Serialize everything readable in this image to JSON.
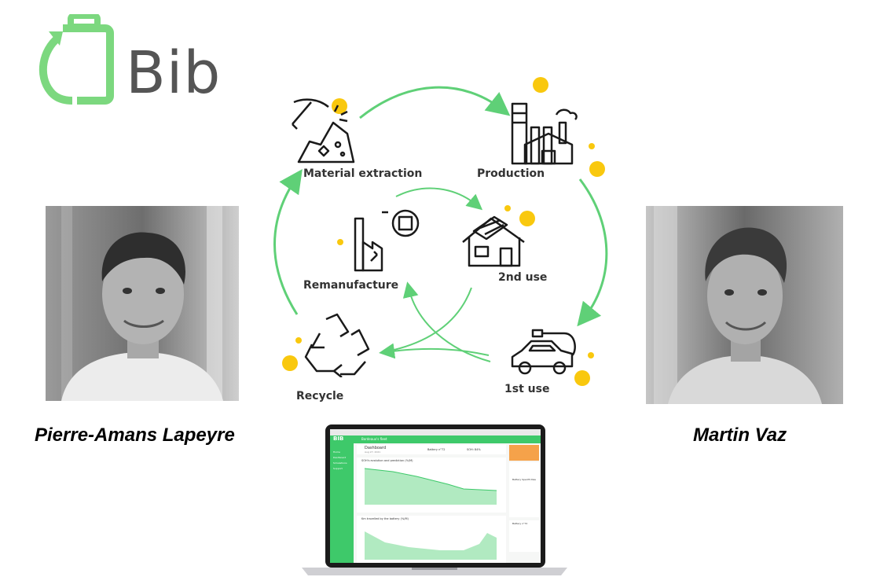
{
  "brand": {
    "name": "Bib",
    "logo_color": "#7cd87f"
  },
  "cycle": {
    "accent_color": "#5fd077",
    "dot_color": "#f9c80e",
    "stages": [
      {
        "id": "material",
        "label": "Material extraction"
      },
      {
        "id": "production",
        "label": "Production"
      },
      {
        "id": "remanufacture",
        "label": "Remanufacture"
      },
      {
        "id": "second-use",
        "label": "2nd use"
      },
      {
        "id": "recycle",
        "label": "Recycle"
      },
      {
        "id": "first-use",
        "label": "1st use"
      }
    ]
  },
  "people": [
    {
      "name": "Pierre-Amans Lapeyre"
    },
    {
      "name": "Martin Vaz"
    }
  ],
  "dashboard": {
    "logo": "BIB",
    "header_title": "Bordeaux's fleet",
    "page_title": "Dashboard",
    "page_date": "Aug 27, 2021",
    "battery_label": "Battery n°72",
    "soh_label": "SOH: 84%",
    "nav": [
      "Home",
      "Dashboard",
      "Simulations",
      "Support"
    ],
    "chart1_title": "SOH's evolution and prediction (%/M)",
    "chart2_title": "Km travelled by the battery (%/M)",
    "side_title_1": "Battery Specificities",
    "side_title_2": "Battery n°72",
    "accent": "#3ec96a"
  }
}
